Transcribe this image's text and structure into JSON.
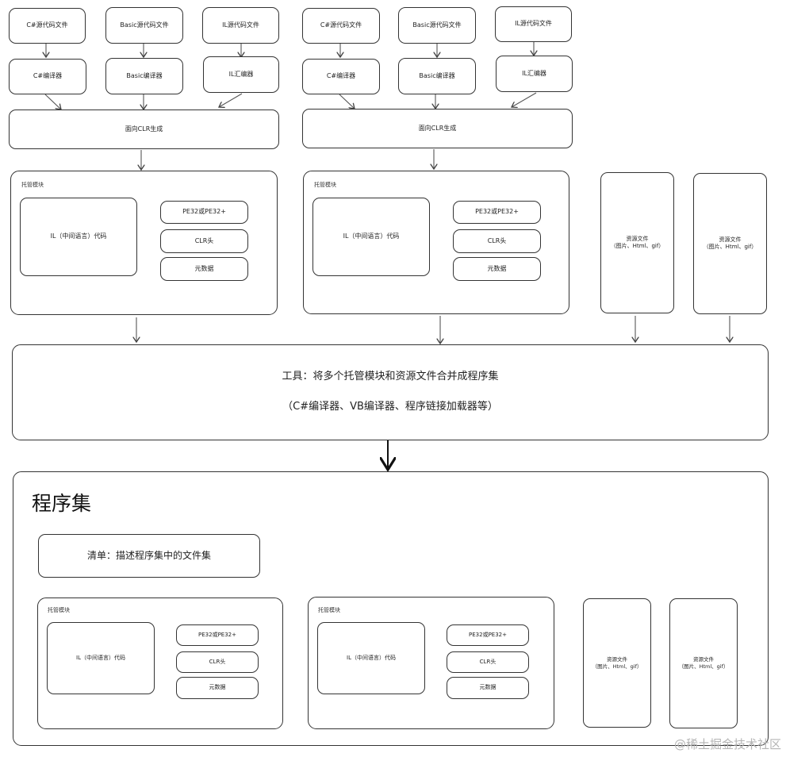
{
  "top_left": {
    "sources": [
      "C#源代码文件",
      "Basic源代码文件",
      "IL源代码文件"
    ],
    "compilers": [
      "C#编译器",
      "Basic编译器",
      "IL汇编器"
    ],
    "clr_gen": "面向CLR生成",
    "module": {
      "title": "托管模块",
      "il": "IL（中间语言）代码",
      "pe": "PE32或PE32+",
      "clr": "CLR头",
      "meta": "元数据"
    }
  },
  "top_right": {
    "sources": [
      "C#源代码文件",
      "Basic源代码文件",
      "IL源代码文件"
    ],
    "compilers": [
      "C#编译器",
      "Basic编译器",
      "IL汇编器"
    ],
    "clr_gen": "面向CLR生成",
    "module": {
      "title": "托管模块",
      "il": "IL（中间语言）代码",
      "pe": "PE32或PE32+",
      "clr": "CLR头",
      "meta": "元数据"
    }
  },
  "resources_top": [
    "资源文件\n（图片、Html、gif）",
    "资源文件\n（图片、Html、gif）"
  ],
  "tool": {
    "line1": "工具：将多个托管模块和资源文件合并成程序集",
    "line2": "（C#编译器、VB编译器、程序链接加载器等）"
  },
  "assembly": {
    "title": "程序集",
    "manifest": "清单：描述程序集中的文件集",
    "modules": [
      {
        "title": "托管模块",
        "il": "IL（中间语言）代码",
        "pe": "PE32或PE32+",
        "clr": "CLR头",
        "meta": "元数据"
      },
      {
        "title": "托管模块",
        "il": "IL（中间语言）代码",
        "pe": "PE32或PE32+",
        "clr": "CLR头",
        "meta": "元数据"
      }
    ],
    "resources": [
      "资源文件\n（图片、Html、gif）",
      "资源文件\n（图片、Html、gif）"
    ]
  },
  "watermark": "@稀土掘金技术社区"
}
